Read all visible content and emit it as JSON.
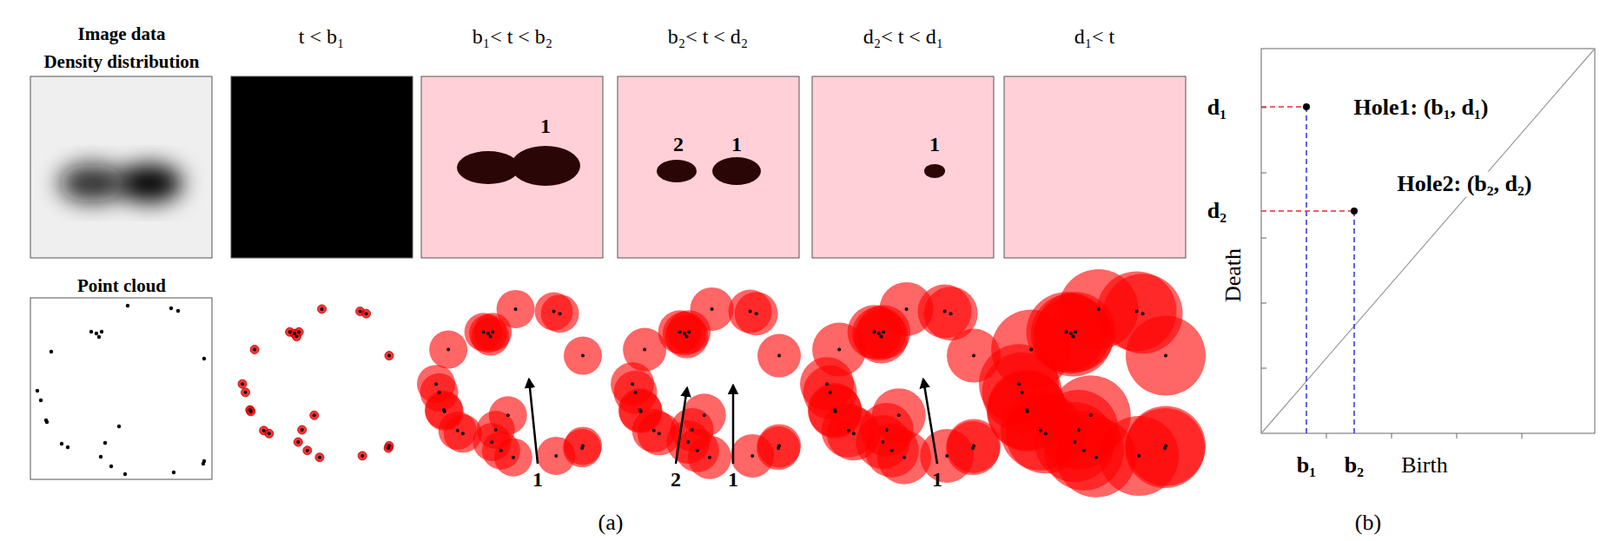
{
  "diagram": {
    "labels": [
      "Image data",
      "Density distribution",
      "t < b₁",
      "b₁< t < b₂",
      "b₂< t < d₂",
      "d₂< t < d₁",
      "d₁< t",
      "1",
      "2",
      "1",
      "1",
      "Point cloud",
      "1",
      "2",
      "1",
      "1",
      "(a)",
      "d₁",
      "Hole1: (b₁, d₁)",
      "d₂",
      "Hole2: (b₂, d₂)",
      "Death",
      "b₁",
      "b₂",
      "Birth",
      "(b)"
    ]
  }
}
